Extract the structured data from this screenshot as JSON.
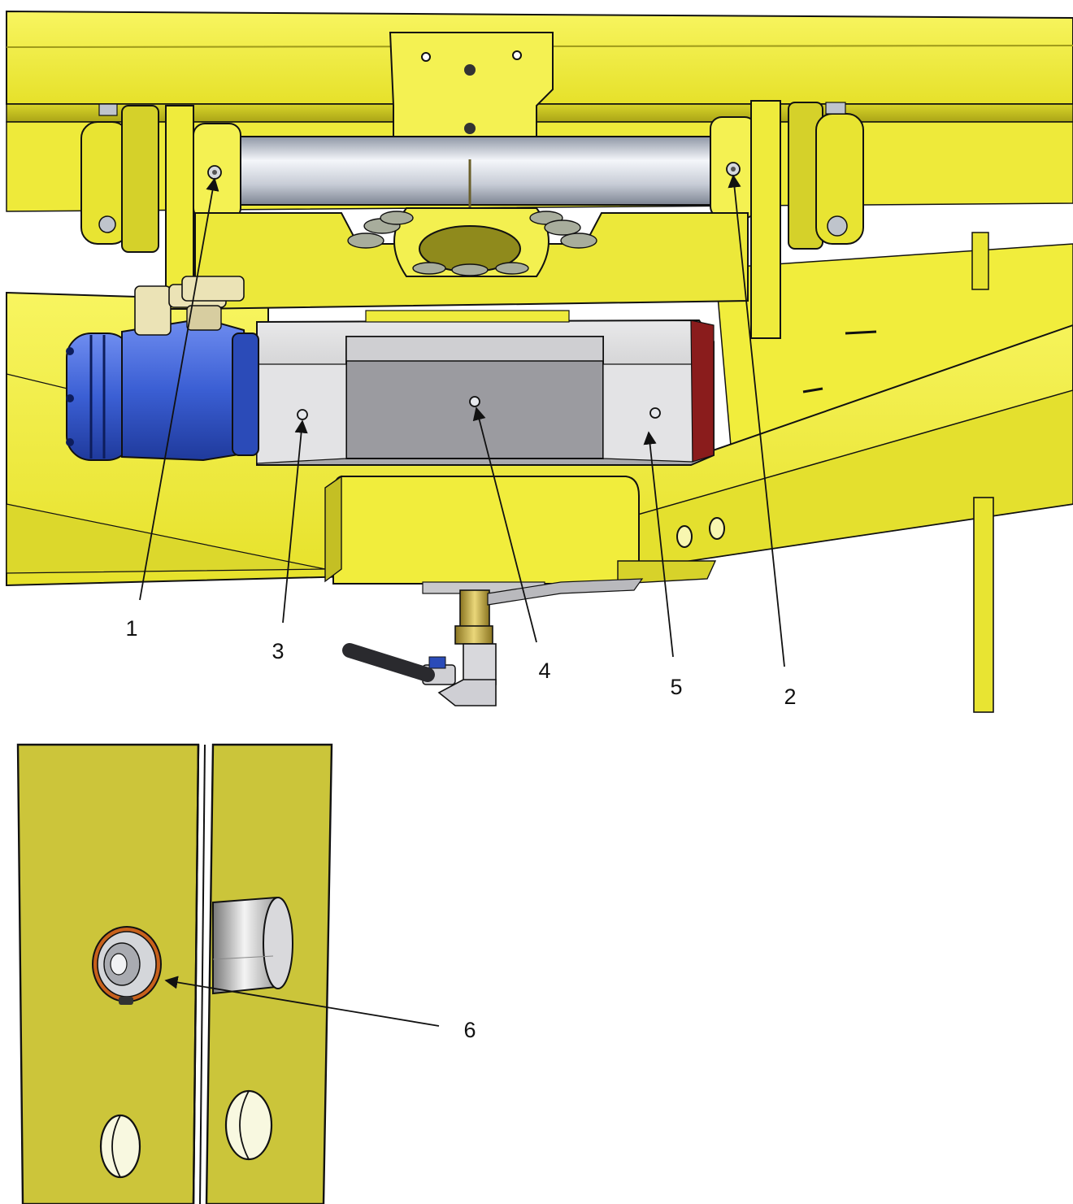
{
  "diagram": {
    "callouts": [
      {
        "id": "1",
        "label": "1"
      },
      {
        "id": "2",
        "label": "2"
      },
      {
        "id": "3",
        "label": "3"
      },
      {
        "id": "4",
        "label": "4"
      },
      {
        "id": "5",
        "label": "5"
      },
      {
        "id": "6",
        "label": "6"
      }
    ]
  },
  "colors": {
    "frame_yellow": "#f2ef3a",
    "frame_shadow": "#bdb81c",
    "frame_dark": "#8c8810",
    "motor_blue": "#3f63d6",
    "gearbox_gray": "#c9c9cb",
    "shaft_silver": "#dfe3ea",
    "fitting_brass": "#c9b23c",
    "detail_olive": "#c8c23a",
    "outline": "#111111"
  },
  "icons": [
    "grease-nipple-icon",
    "arrow-head-icon"
  ]
}
